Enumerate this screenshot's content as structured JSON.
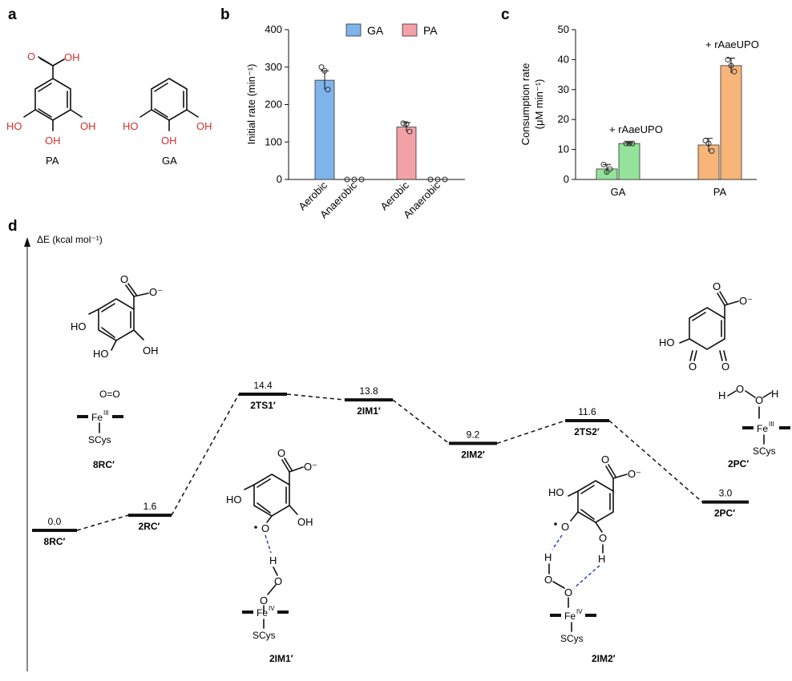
{
  "panels": [
    "a",
    "b",
    "c",
    "d"
  ],
  "panel_a": {
    "pa_label": "PA",
    "ga_label": "GA",
    "oh": "OH",
    "ho": "HO",
    "o": "O"
  },
  "chart_data": [
    {
      "type": "bar",
      "panel": "b",
      "legend": [
        "GA",
        "PA"
      ],
      "legend_placement": "top",
      "colors": {
        "GA": "#7fb4ea",
        "PA": "#f3a0a6"
      },
      "ylabel": "Initial rate (min⁻¹)",
      "ylim": [
        0,
        400
      ],
      "yticks": [
        "0",
        "100",
        "200",
        "300",
        "400"
      ],
      "categories": [
        "Aerobic",
        "Anaerobic",
        "Aerobic",
        "Anaerobic"
      ],
      "series": [
        {
          "name": "GA",
          "values": [
            265,
            0
          ],
          "errors": [
            25,
            0
          ]
        },
        {
          "name": "PA",
          "values": [
            140,
            0
          ],
          "errors": [
            12,
            0
          ]
        }
      ],
      "points": [
        [
          300,
          290,
          240
        ],
        [
          0,
          0,
          0
        ],
        [
          150,
          148,
          128
        ],
        [
          0,
          0,
          0
        ]
      ]
    },
    {
      "type": "bar",
      "panel": "c",
      "ylabel": "Consumption rate",
      "ylabel_unit": "(μM min⁻¹)",
      "ylim": [
        0,
        50
      ],
      "yticks": [
        "0",
        "10",
        "20",
        "30",
        "40",
        "50"
      ],
      "categories": [
        "GA",
        "PA"
      ],
      "series": [
        {
          "name": "",
          "values": [
            3.5,
            11.5
          ],
          "errors": [
            1.5,
            2.2
          ],
          "colors": [
            "#93e49a",
            "#f8b57a"
          ]
        },
        {
          "name": "+ rAaeUPO",
          "values": [
            12,
            38
          ],
          "errors": [
            0.4,
            2.5
          ],
          "colors": [
            "#93e49a",
            "#f8b57a"
          ]
        }
      ],
      "points": [
        [
          [
            5,
            2.5,
            3.5
          ],
          [
            12,
            12,
            12
          ]
        ],
        [
          [
            13,
            12,
            9.5
          ],
          [
            40,
            38,
            36
          ]
        ]
      ],
      "annotation_ga": "+ rAaeUPO",
      "annotation_pa": "+ rAaeUPO"
    },
    {
      "type": "line",
      "panel": "d",
      "ylabel": "ΔE (kcal mol⁻¹)",
      "levels": [
        {
          "label": "8RC′",
          "energy": 0.0,
          "energy_label": "0.0"
        },
        {
          "label": "2RC′",
          "energy": 1.6,
          "energy_label": "1.6"
        },
        {
          "label": "2TS1′",
          "energy": 14.4,
          "energy_label": "14.4"
        },
        {
          "label": "2IM1′",
          "energy": 13.8,
          "energy_label": "13.8"
        },
        {
          "label": "2IM2′",
          "energy": 9.2,
          "energy_label": "9.2"
        },
        {
          "label": "2TS2′",
          "energy": 11.6,
          "energy_label": "11.6"
        },
        {
          "label": "2PC′",
          "energy": 3.0,
          "energy_label": "3.0"
        }
      ]
    }
  ],
  "panel_d_structures": {
    "rc8": {
      "label": "8RC′",
      "fe": "Fe",
      "fe_ox": "III",
      "scys": "SCys",
      "o2": "O=O"
    },
    "im1": {
      "label": "2IM1′",
      "fe": "Fe",
      "fe_ox": "IV",
      "scys": "SCys"
    },
    "im2": {
      "label": "2IM2′",
      "fe": "Fe",
      "fe_ox": "IV",
      "scys": "SCys"
    },
    "pc": {
      "label": "2PC′",
      "fe": "Fe",
      "fe_ox": "III",
      "scys": "SCys"
    },
    "o_minus": "O⁻",
    "ho": "HO",
    "oh": "OH",
    "o": "O",
    "h": "H"
  }
}
